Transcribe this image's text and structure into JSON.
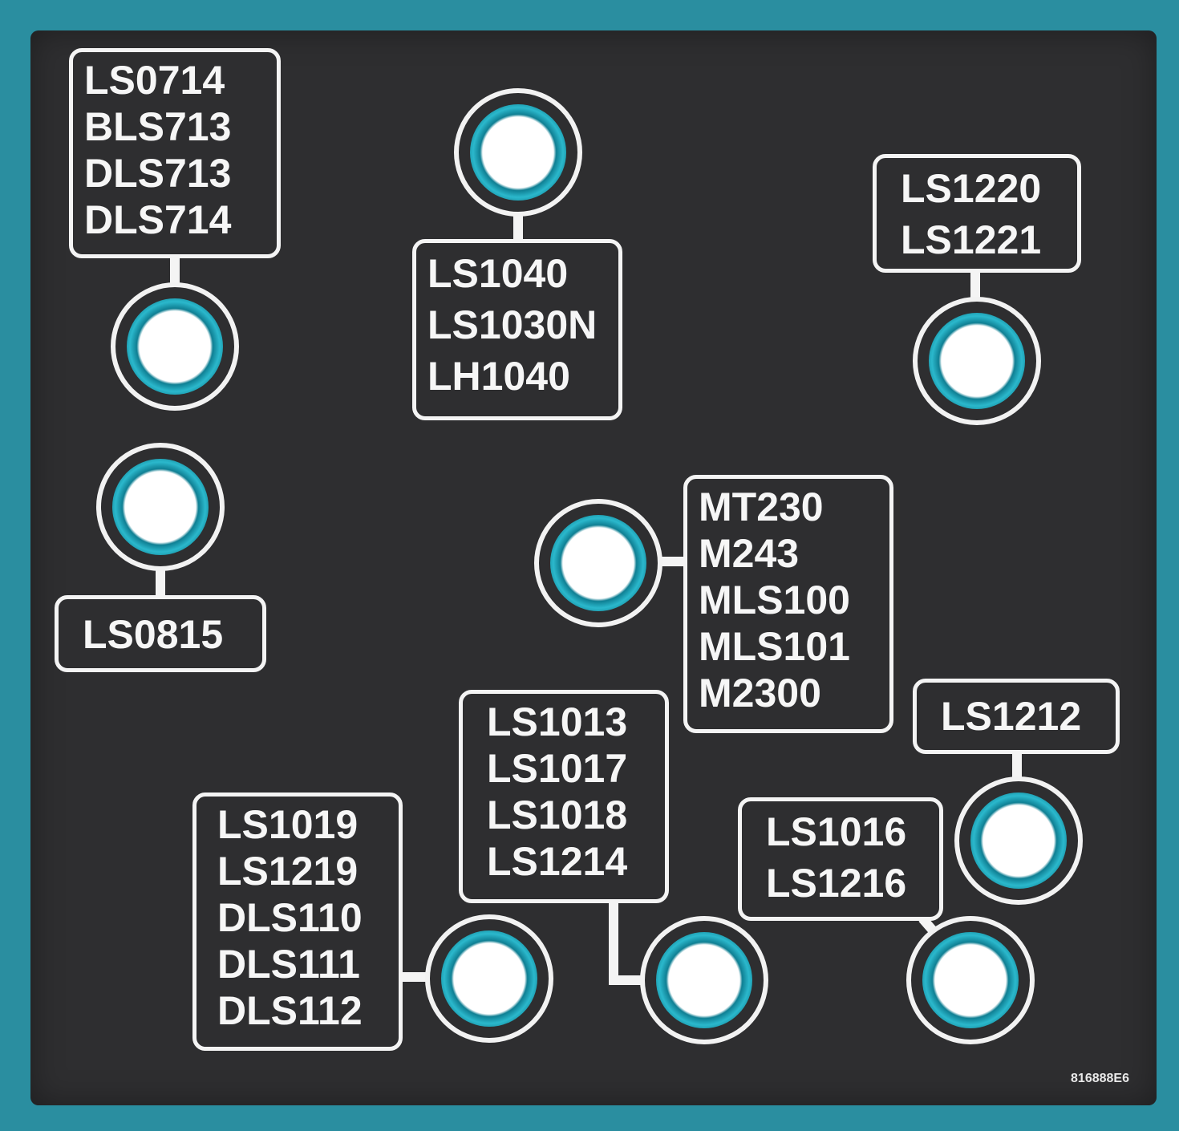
{
  "labels": {
    "ls0714_group": [
      "LS0714",
      "BLS713",
      "DLS713",
      "DLS714"
    ],
    "ls1040_group": [
      "LS1040",
      "LS1030N",
      "LH1040"
    ],
    "ls1220_group": [
      "LS1220",
      "LS1221"
    ],
    "ls0815_group": [
      "LS0815"
    ],
    "mt230_group": [
      "MT230",
      "M243",
      "MLS100",
      "MLS101",
      "M2300"
    ],
    "ls1013_group": [
      "LS1013",
      "LS1017",
      "LS1018",
      "LS1214"
    ],
    "ls1212_group": [
      "LS1212"
    ],
    "ls1019_group": [
      "LS1019",
      "LS1219",
      "DLS110",
      "DLS111",
      "DLS112"
    ],
    "ls1016_group": [
      "LS1016",
      "LS1216"
    ]
  },
  "part_code": "816888E6",
  "colors": {
    "board": "#2e2e30",
    "frame": "#2a8ea0",
    "grommet": "#2bb8cc",
    "outline": "#f4f4f4"
  }
}
